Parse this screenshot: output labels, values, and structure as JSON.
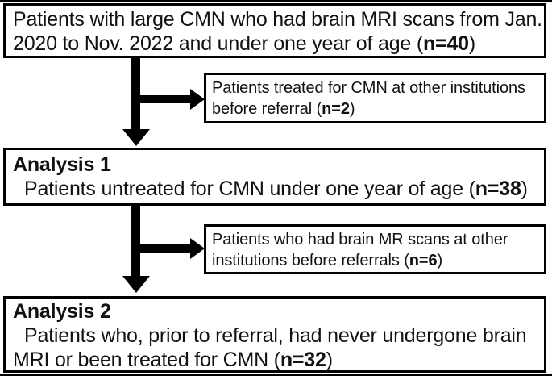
{
  "figure": {
    "type": "patient-flow-diagram",
    "colors": {
      "line": "#000000",
      "background": "#ffffff",
      "text": "#111111"
    },
    "nodes": {
      "enrollment": {
        "line1": "Patients with large CMN who had brain MRI scans from Jan.",
        "line2_pre": "2020 to Nov. 2022 and under one year of age (",
        "line2_bold": "n=40",
        "line2_post": ")"
      },
      "excluded1": {
        "line1": "Patients treated for CMN at other institutions",
        "line2_pre": "before referral (",
        "line2_bold": "n=2",
        "line2_post": ")"
      },
      "analysis1": {
        "title": "Analysis 1",
        "body_pre": "Patients untreated for CMN under one year of age (",
        "body_bold": "n=38",
        "body_post": ")"
      },
      "excluded2": {
        "line1": "Patients who had brain MR scans at other",
        "line2_pre": "institutions before referrals (",
        "line2_bold": "n=6",
        "line2_post": ")"
      },
      "analysis2": {
        "title": "Analysis 2",
        "line2": "Patients who, prior to referral, had never undergone brain",
        "line3_pre": "MRI or been treated for CMN (",
        "line3_bold": "n=32",
        "line3_post": ")"
      }
    }
  }
}
